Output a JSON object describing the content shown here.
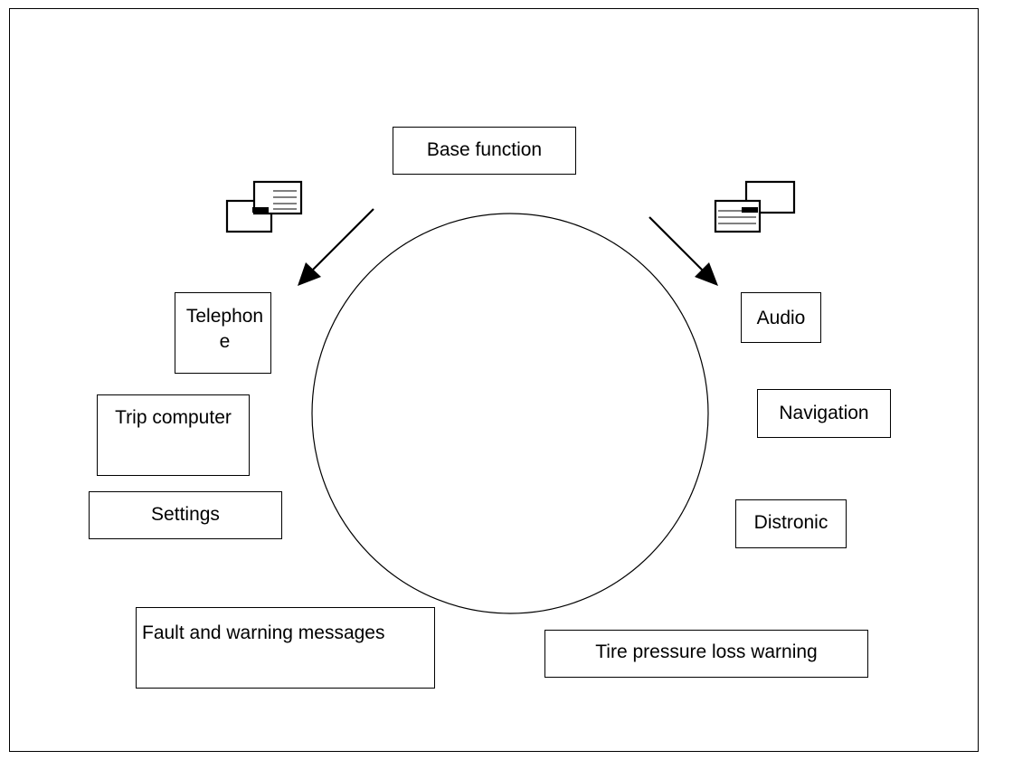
{
  "diagram": {
    "top_label": "Base function",
    "left_items": [
      {
        "id": "telephone",
        "label": "Telephon e"
      },
      {
        "id": "trip-computer",
        "label": "Trip computer"
      },
      {
        "id": "settings",
        "label": "Settings"
      },
      {
        "id": "fault-messages",
        "label": "Fault and warning messages"
      }
    ],
    "right_items": [
      {
        "id": "audio",
        "label": "Audio"
      },
      {
        "id": "navigation",
        "label": "Navigation"
      },
      {
        "id": "distronic",
        "label": "Distronic"
      },
      {
        "id": "tire-pressure",
        "label": "Tire pressure loss warning"
      }
    ],
    "icons": {
      "left": "window-switch-left-icon",
      "right": "window-switch-right-icon"
    },
    "line_color": "#000000"
  }
}
